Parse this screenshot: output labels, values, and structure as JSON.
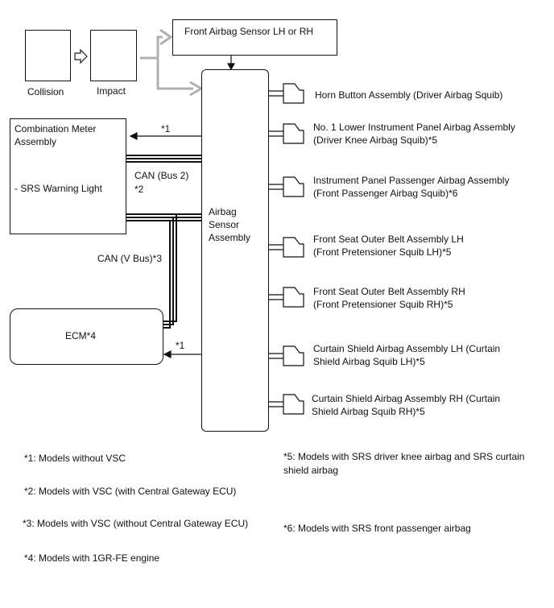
{
  "inputs": {
    "collision_label": "Collision",
    "impact_label": "Impact"
  },
  "front_sensor": "Front Airbag Sensor LH or RH",
  "airbag_sensor": [
    "Airbag",
    "Sensor",
    "Assembly"
  ],
  "combination_meter": {
    "title_line1": "Combination Meter",
    "title_line2": "Assembly",
    "item": "- SRS Warning Light"
  },
  "ecm": "ECM*4",
  "buses": {
    "ref1_top": "*1",
    "can_bus2": "CAN (Bus 2)",
    "ref2": "*2",
    "can_vbus": "CAN (V Bus)*3",
    "ref1_bottom": "*1"
  },
  "squibs": [
    {
      "line1": "Horn Button Assembly (Driver Airbag Squib)",
      "line2": ""
    },
    {
      "line1": "No. 1 Lower Instrument Panel Airbag Assembly",
      "line2": "(Driver Knee Airbag Squib)*5"
    },
    {
      "line1": "Instrument Panel Passenger Airbag Assembly",
      "line2": "(Front Passenger Airbag Squib)*6"
    },
    {
      "line1": "Front Seat Outer Belt Assembly LH",
      "line2": "(Front Pretensioner Squib LH)*5"
    },
    {
      "line1": "Front Seat Outer Belt Assembly RH",
      "line2": "(Front Pretensioner Squib RH)*5"
    },
    {
      "line1": "Curtain Shield Airbag Assembly LH (Curtain",
      "line2": "Shield Airbag Squib LH)*5"
    },
    {
      "line1": "Curtain Shield Airbag Assembly RH (Curtain",
      "line2": "Shield Airbag Squib RH)*5"
    }
  ],
  "notes": {
    "n1": "*1: Models without VSC",
    "n2": "*2: Models with VSC (with Central Gateway ECU)",
    "n3": "*3: Models with VSC (without Central Gateway ECU)",
    "n4": "*4: Models with 1GR-FE engine",
    "n5": "*5: Models with SRS driver knee airbag and SRS curtain shield airbag",
    "n6": "*6: Models with SRS front passenger airbag"
  }
}
